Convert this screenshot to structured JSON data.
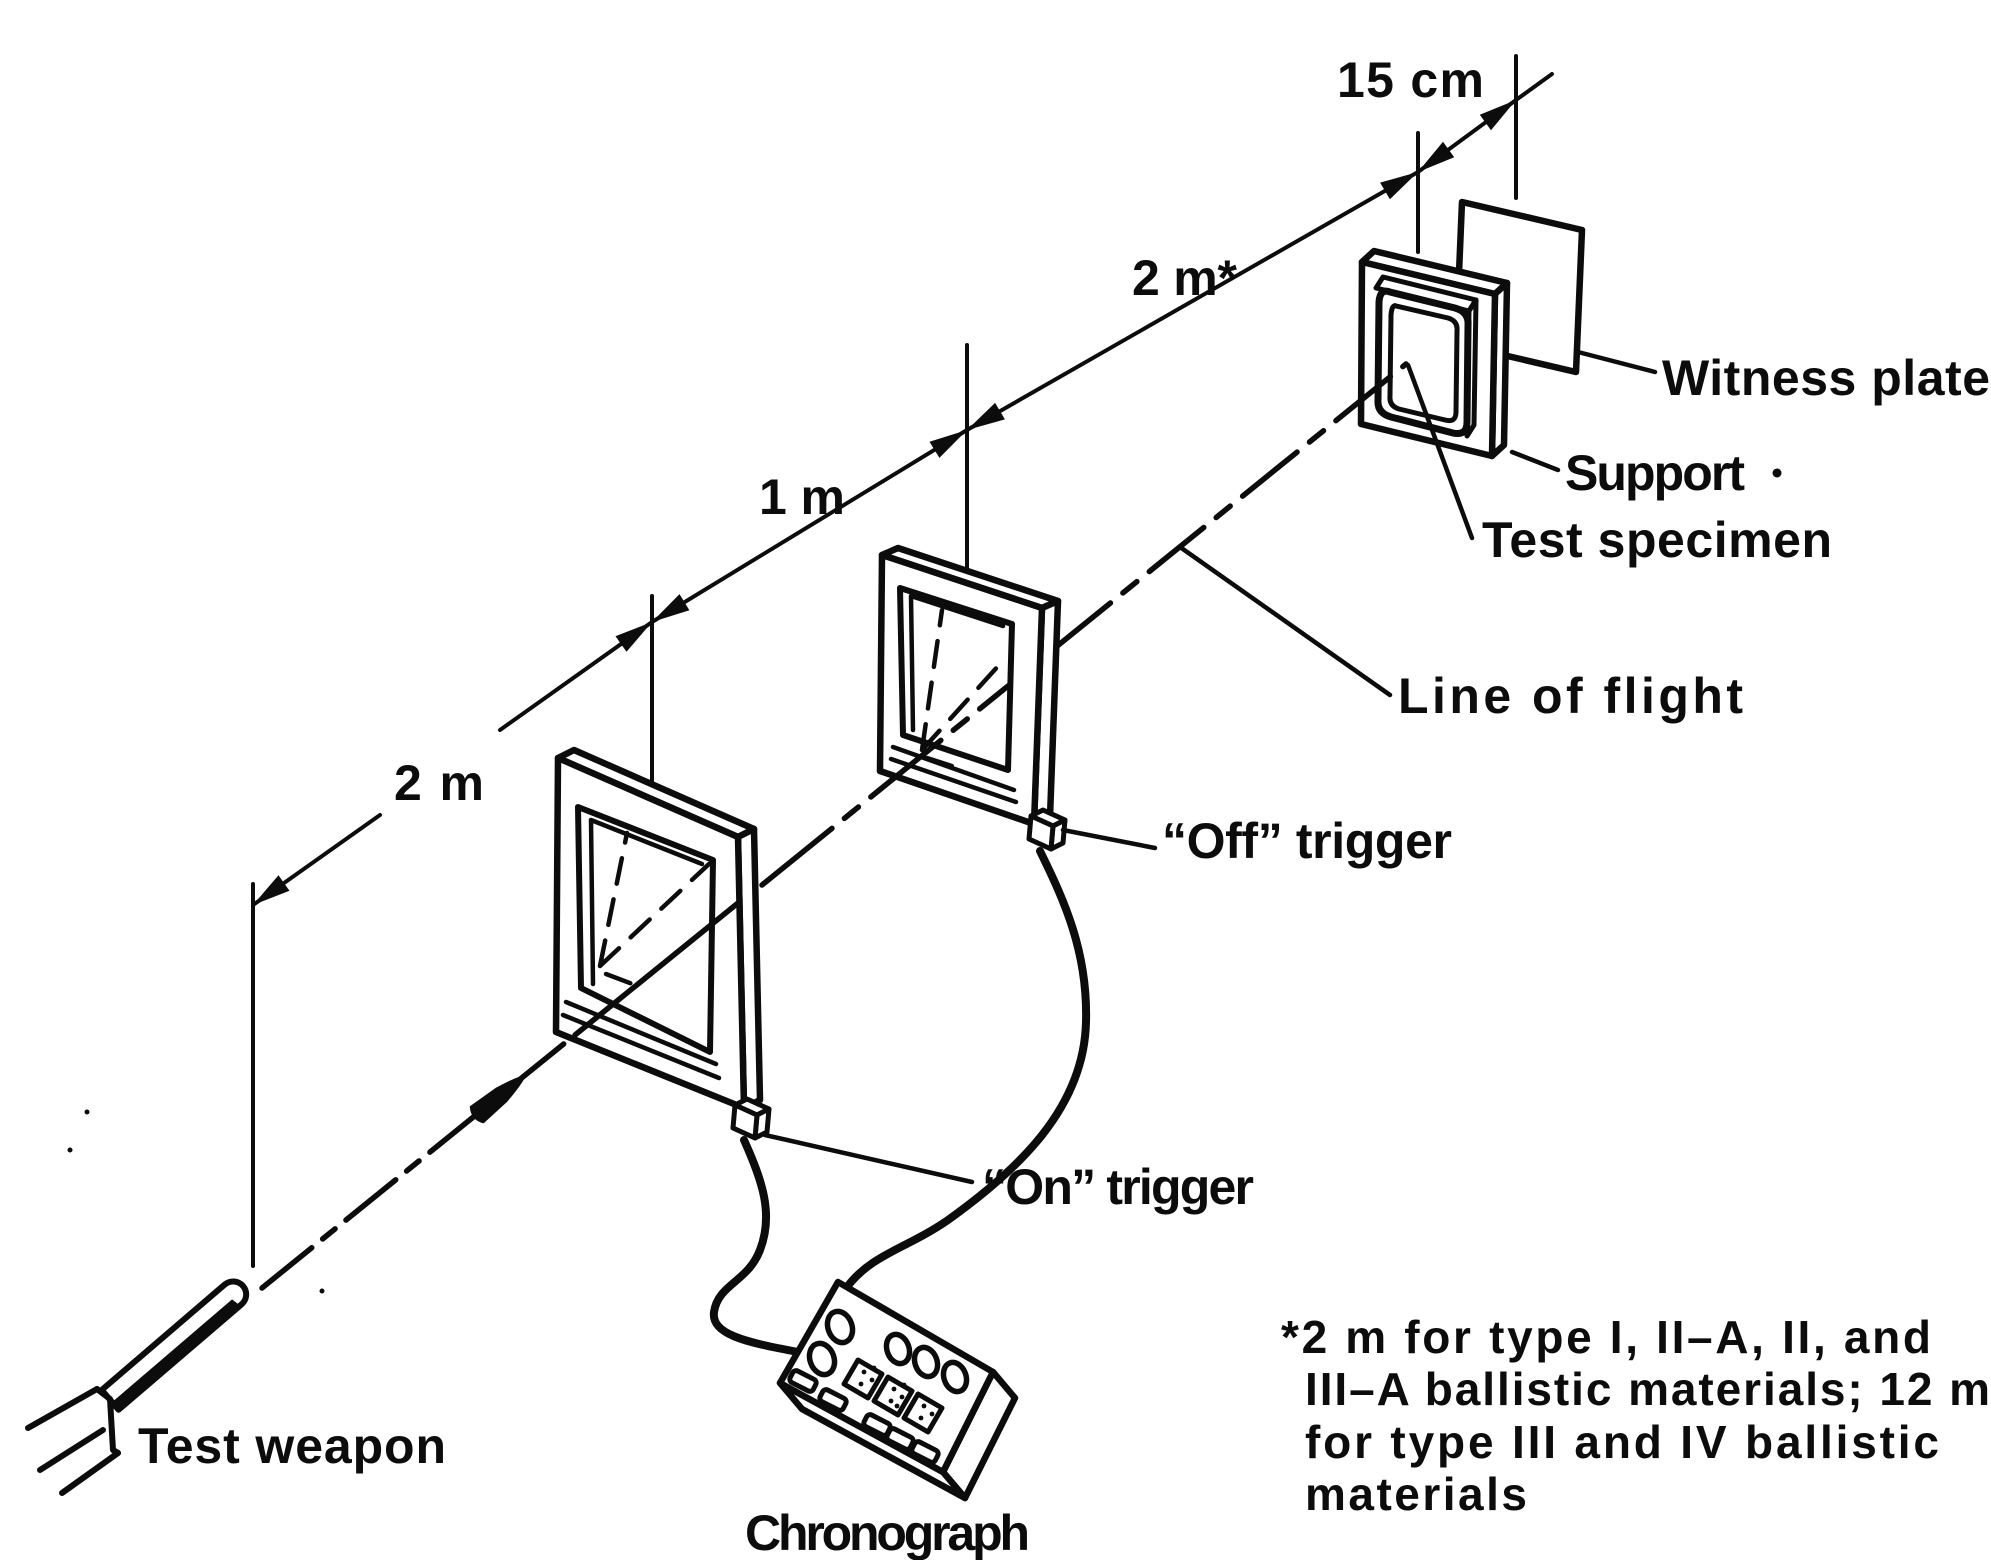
{
  "diagram": {
    "kind": "technical-line-drawing",
    "subject": "Ballistic test range setup",
    "ink_color": "#0c0c0c",
    "paper_color": "#ffffff"
  },
  "labels": {
    "witness_plate": "Witness plate",
    "support": "Support",
    "test_specimen": "Test specimen",
    "line_of_flight": "Line of flight",
    "off_trigger": "“Off” trigger",
    "on_trigger": "“On” trigger",
    "test_weapon": "Test weapon",
    "chronograph": "Chronograph"
  },
  "dimensions": {
    "muzzle_to_screen1": "2 m",
    "screen1_to_screen2": "1 m",
    "screen2_to_specimen": "2 m*",
    "specimen_to_witness_plate": "15 cm"
  },
  "footnote": {
    "line1": "*2 m for type I, II–A, II, and",
    "line2": "III–A ballistic materials; 12 m",
    "line3": "for type III and IV ballistic",
    "line4": "materials"
  }
}
